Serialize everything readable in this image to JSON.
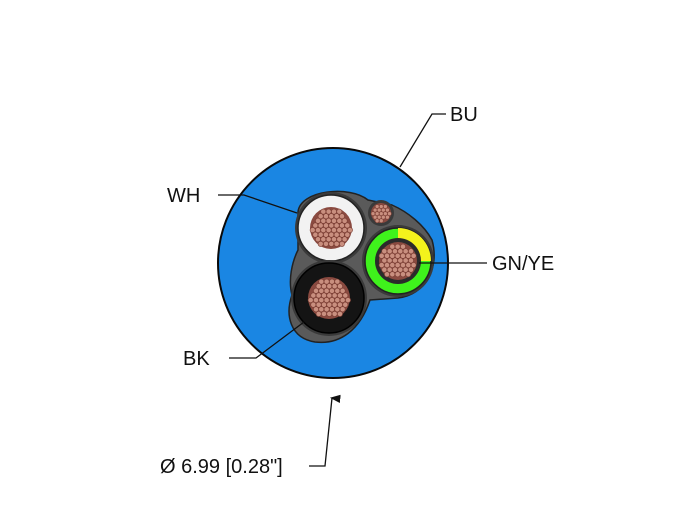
{
  "labels": {
    "jacket": "BU",
    "white_conductor": "WH",
    "green_yellow_conductor": "GN/YE",
    "black_conductor": "BK",
    "diameter": "Ø 6.99 [0.28\"]"
  },
  "colors": {
    "jacket_blue": "#1A86E3",
    "jacket_outline": "#0a0a0a",
    "core_gray": "#5a5a5a",
    "white_insulation": "#f2f2f2",
    "black_insulation": "#141414",
    "green_insulation": "#3ff21c",
    "yellow_insulation": "#f4f21c",
    "copper_strand": "#c98f7f",
    "copper_outline": "#7a3d33"
  }
}
